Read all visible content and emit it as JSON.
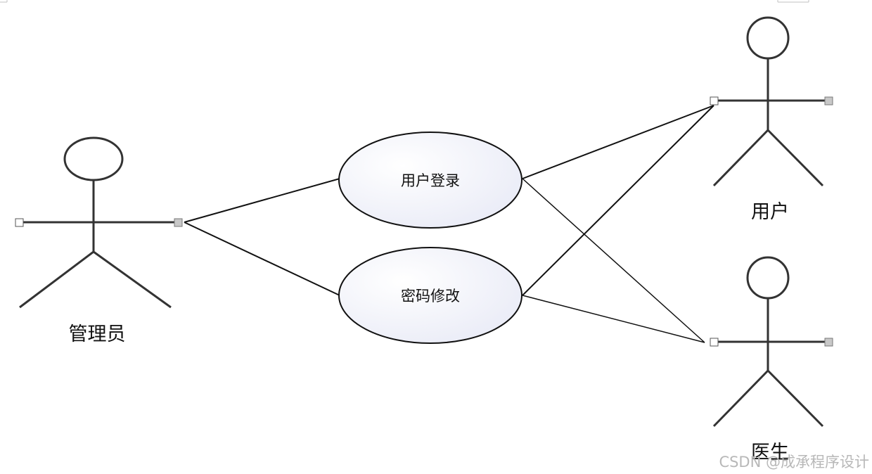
{
  "diagram": {
    "actors": {
      "admin": {
        "label": "管理员"
      },
      "user": {
        "label": "用户"
      },
      "doctor": {
        "label": "医生"
      }
    },
    "use_cases": {
      "login": {
        "label": "用户登录"
      },
      "change_password": {
        "label": "密码修改"
      }
    },
    "associations": [
      {
        "from": "管理员",
        "to": "用户登录"
      },
      {
        "from": "管理员",
        "to": "密码修改"
      },
      {
        "from": "用户",
        "to": "用户登录"
      },
      {
        "from": "用户",
        "to": "密码修改"
      },
      {
        "from": "医生",
        "to": "用户登录"
      },
      {
        "from": "医生",
        "to": "密码修改"
      }
    ]
  },
  "watermark": {
    "text": "CSDN @成承程序设计"
  },
  "colors": {
    "stroke": "#111111",
    "actor_stroke": "#333333",
    "ellipse_fill_light": "#ffffff",
    "ellipse_fill_dark": "#e8eaf6",
    "handle_fill": "#c8c8c8",
    "watermark": "#b8b8b8"
  }
}
